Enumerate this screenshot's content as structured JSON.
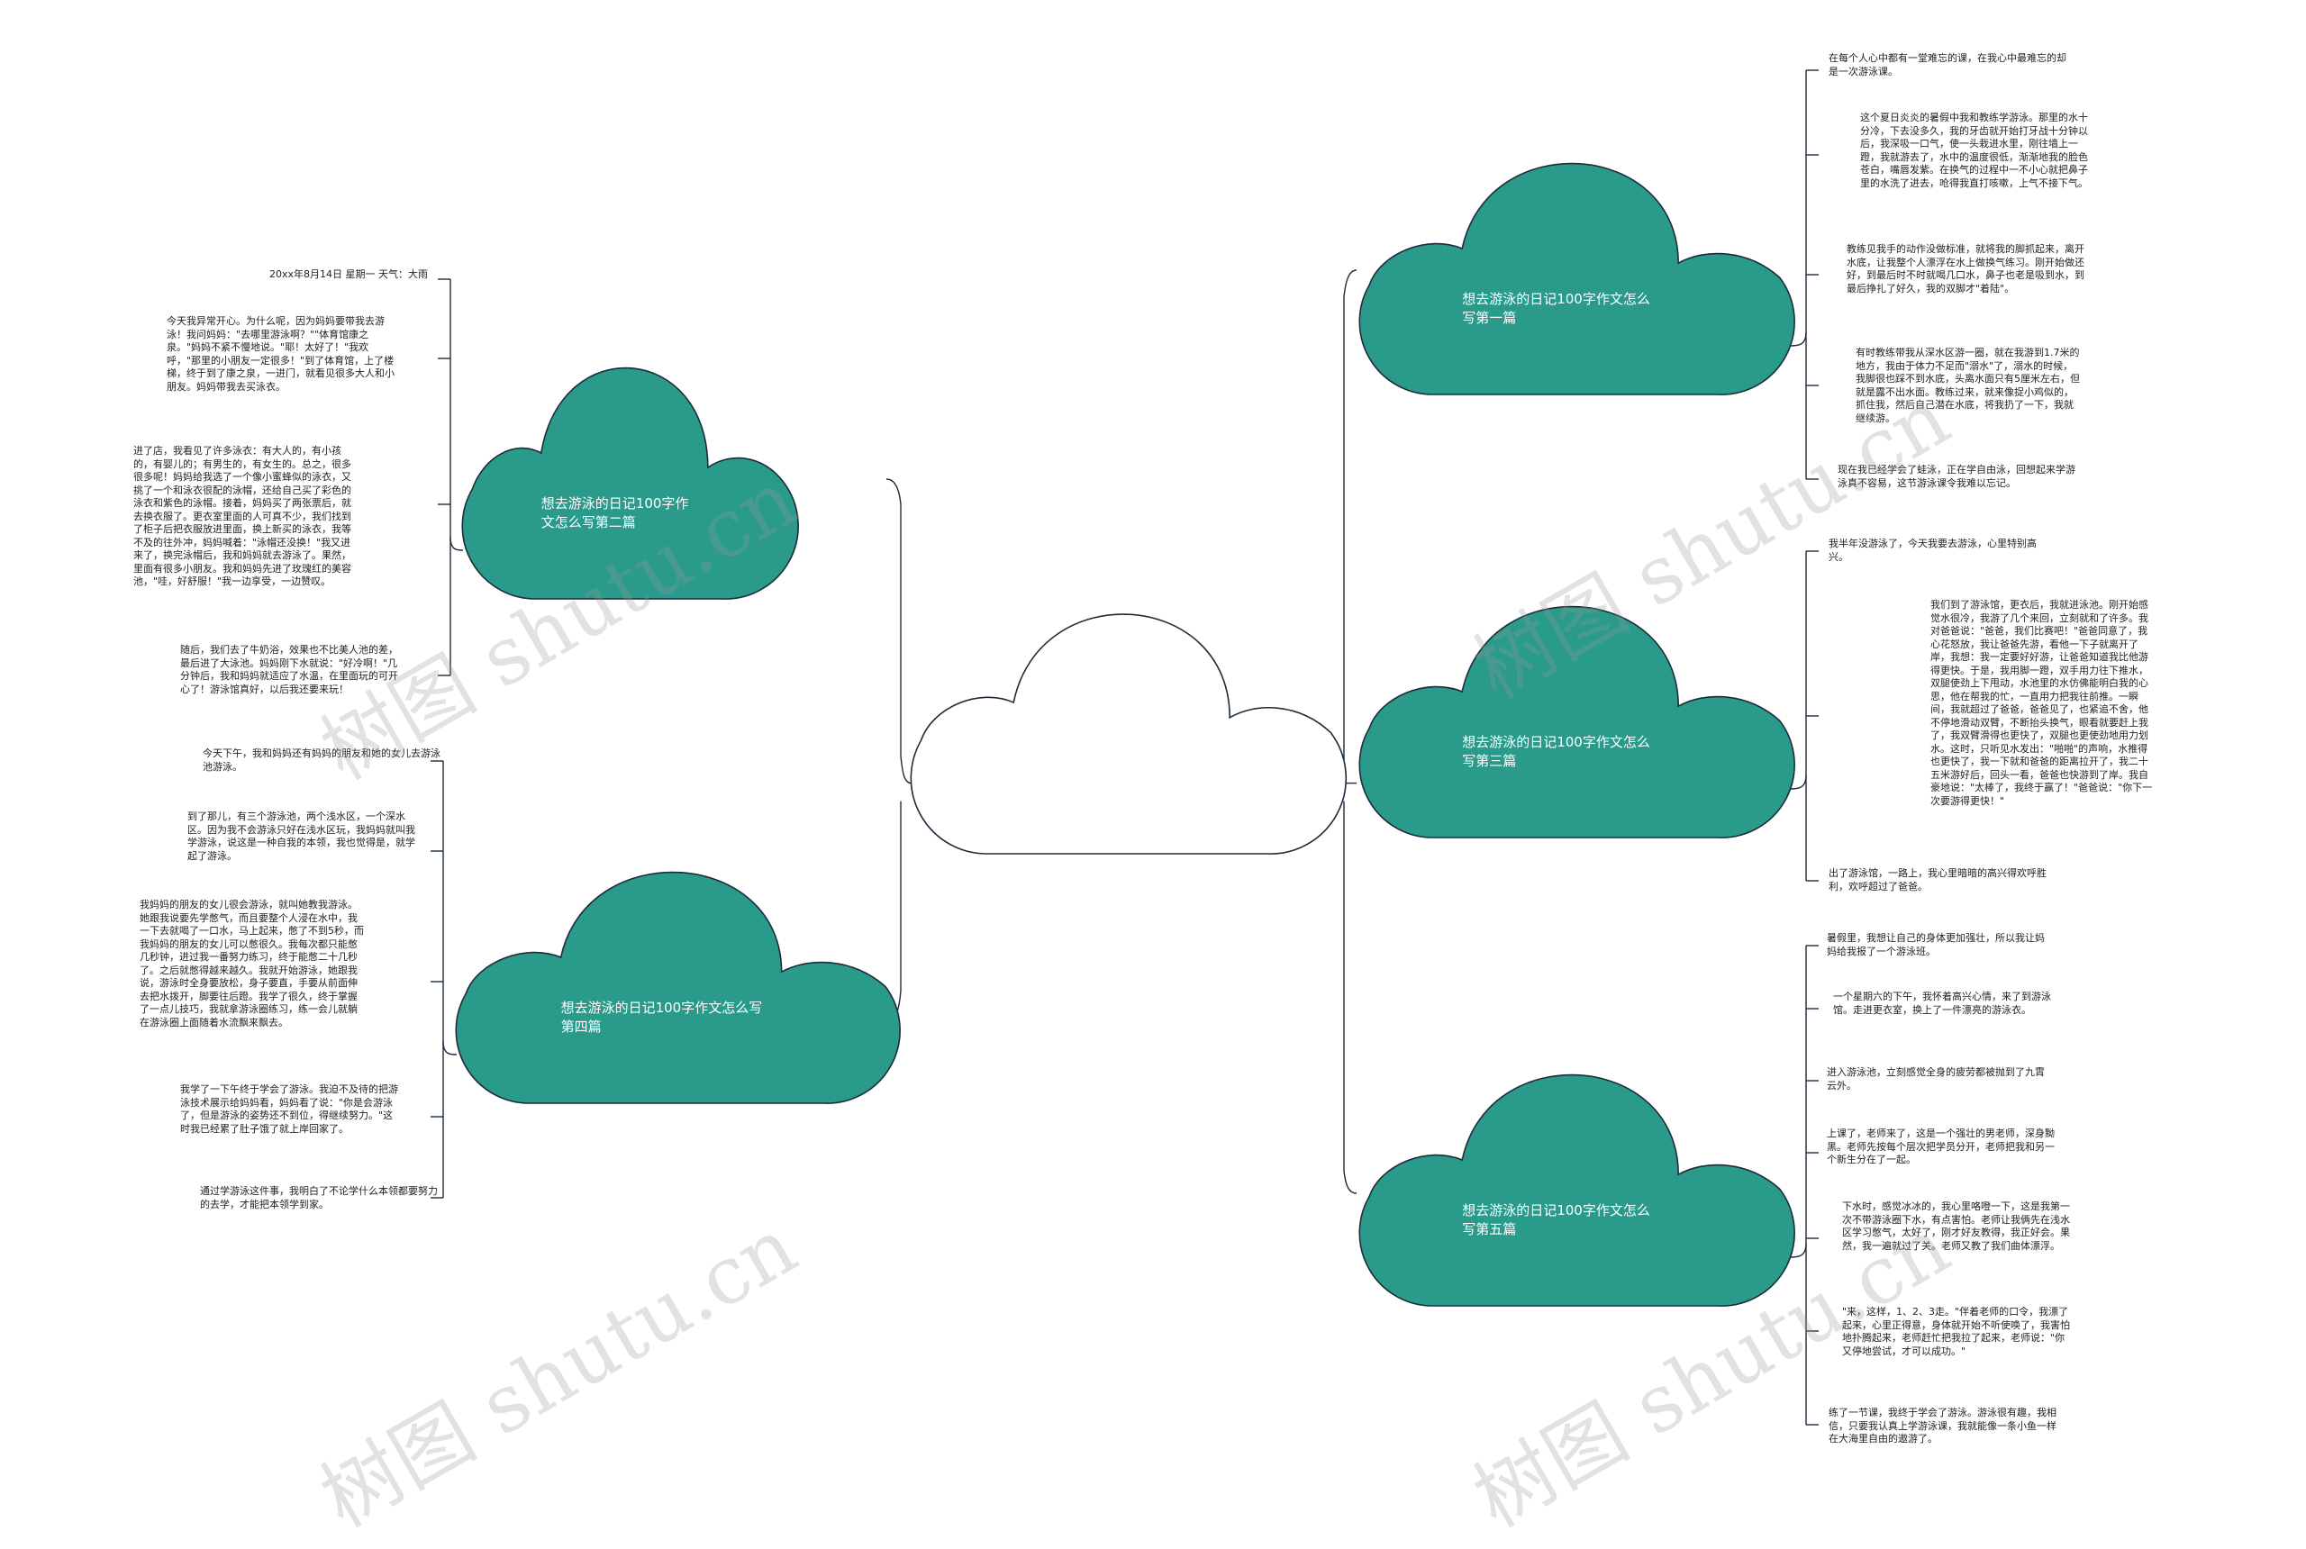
{
  "colors": {
    "node_fill": "#2a9b8b",
    "node_stroke": "#1d2b3a",
    "line": "#1d2b3a",
    "center_fill": "#ffffff"
  },
  "watermark": "树图 shutu.cn",
  "center": {
    "label": ""
  },
  "branches": [
    {
      "label": "想去游泳的日记100字作文怎么写第一篇",
      "leaves": [
        "在每个人心中都有一堂难忘的课，在我心中最难忘的却是一次游泳课。",
        "这个夏日炎炎的暑假中我和教练学游泳。那里的水十分冷，下去没多久，我的牙齿就开始打牙战十分钟以后，我深吸一口气，使一头栽进水里，刚往墙上一蹬，我就游去了，水中的温度很低，渐渐地我的脸色苍白，嘴唇发紫。在换气的过程中一不小心就把鼻子里的水洗了进去，呛得我直打咳嗽，上气不接下气。",
        "教练见我手的动作没做标准，就将我的脚抓起来，离开水底，让我整个人漂浮在水上做换气练习。刚开始做还好，到最后时不时就喝几口水，鼻子也老是吸到水，到最后挣扎了好久，我的双脚才\"着陆\"。",
        "有时教练带我从深水区游一圈，就在我游到1.7米的地方，我由于体力不足而\"溺水\"了，溺水的时候，我脚很也踩不到水底，头离水面只有5厘米左右，但就是露不出水面。教练过来，就来像捉小鸡似的，抓住我，然后自己潜在水底，将我扔了一下，我就继续游。",
        "现在我已经学会了蛙泳，正在学自由泳，回想起来学游泳真不容易，这节游泳课令我难以忘记。"
      ]
    },
    {
      "label": "想去游泳的日记100字作文怎么写第二篇",
      "leaves": [
        "20xx年8月14日 星期一 天气：大雨",
        "今天我异常开心。为什么呢，因为妈妈要带我去游泳！我问妈妈：\"去哪里游泳啊？\"\"体育馆康之泉。\"妈妈不紧不慢地说。\"耶！太好了！\"我欢呼，\"那里的小朋友一定很多！\"到了体育馆，上了楼梯，终于到了康之泉，一进门，就看见很多大人和小朋友。妈妈带我去买泳衣。",
        "进了店，我看见了许多泳衣：有大人的，有小孩的，有婴儿的；有男生的，有女生的。总之，很多很多呢！妈妈给我选了一个像小蜜蜂似的泳衣，又挑了一个和泳衣很配的泳帽，还给自己买了彩色的泳衣和紫色的泳帽。接着，妈妈买了两张票后，就去换衣服了。更衣室里面的人可真不少，我们找到了柜子后把衣服放进里面，换上新买的泳衣，我等不及的往外冲，妈妈喊着：\"泳帽还没换！\"我又进来了，换完泳帽后，我和妈妈就去游泳了。果然，里面有很多小朋友。我和妈妈先进了玫瑰红的美容池，\"哇，好舒服！\"我一边享受，一边赞叹。",
        "随后，我们去了牛奶浴，效果也不比美人池的差，最后进了大泳池。妈妈刚下水就说：\"好冷啊！\"几分钟后，我和妈妈就适应了水温，在里面玩的可开心了！游泳馆真好，以后我还要来玩！"
      ]
    },
    {
      "label": "想去游泳的日记100字作文怎么写第三篇",
      "leaves": [
        "我半年没游泳了，今天我要去游泳，心里特别高兴。",
        "我们到了游泳馆，更衣后，我就进泳池。刚开始感觉水很冷，我游了几个来回，立刻就和了许多。我对爸爸说：\"爸爸，我们比赛吧！\"爸爸同意了，我心花怒放，我让爸爸先游，看他一下子就离开了岸，我想：我一定要好好游，让爸爸知道我比他游得更快。于是，我用脚一蹬，双手用力往下推水，双腿使劲上下甩动，水池里的水仿佛能明白我的心思，他在帮我的忙，一直用力把我往前推。一瞬间，我就超过了爸爸，爸爸见了，也紧追不舍，他不停地滑动双臂，不断抬头换气，眼看就要赶上我了，我双臂滑得也更快了，双腿也更使劲地用力划水。这时，只听见水发出：\"啪啪\"的声响，水推得也更快了，我一下就和爸爸的距离拉开了，我二十五米游好后，回头一看，爸爸也快游到了岸。我自豪地说：\"太棒了，我终于赢了！\"爸爸说：\"你下一次要游得更快！\"",
        "出了游泳馆，一路上，我心里暗暗的高兴得欢呼胜利，欢呼超过了爸爸。"
      ]
    },
    {
      "label": "想去游泳的日记100字作文怎么写第四篇",
      "leaves": [
        "今天下午，我和妈妈还有妈妈的朋友和她的女儿去游泳池游泳。",
        "到了那儿，有三个游泳池，两个浅水区，一个深水区。因为我不会游泳只好在浅水区玩，我妈妈就叫我学游泳，说这是一种自我的本领，我也觉得是，就学起了游泳。",
        "我妈妈的朋友的女儿很会游泳，就叫她教我游泳。她跟我说要先学憋气，而且要整个人浸在水中，我一下去就喝了一口水，马上起来，憋了不到5秒，而我妈妈的朋友的女儿可以憋很久。我每次都只能憋几秒钟，进过我一番努力练习，终于能憋二十几秒了。之后就憋得越来越久。我就开始游泳，她跟我说，游泳时全身要放松，身子要直，手要从前面伸去把水拨开，脚要往后蹬。我学了很久，终于掌握了一点儿技巧，我就拿游泳圈练习，练一会儿就躺在游泳圈上面随着水流飘来飘去。",
        "我学了一下午终于学会了游泳。我迫不及待的把游泳技术展示给妈妈看，妈妈看了说：\"你是会游泳了，但是游泳的姿势还不到位，得继续努力。\"这时我已经累了肚子饿了就上岸回家了。",
        "通过学游泳这件事，我明白了不论学什么本领都要努力的去学，才能把本领学到家。"
      ]
    },
    {
      "label": "想去游泳的日记100字作文怎么写第五篇",
      "leaves": [
        "暑假里，我想让自己的身体更加强壮，所以我让妈妈给我报了一个游泳班。",
        "一个星期六的下午，我怀着高兴心情，来了到游泳馆。走进更衣室，换上了一件漂亮的游泳衣。",
        "进入游泳池，立刻感觉全身的疲劳都被抛到了九霄云外。",
        "上课了，老师来了，这是一个强壮的男老师，深身黝黑。老师先按每个层次把学员分开，老师把我和另一个新生分在了一起。",
        "下水时，感觉冰冰的，我心里咯噔一下，这是我第一次不带游泳圈下水，有点害怕。老师让我俩先在浅水区学习憋气，太好了，刚才好友教得，我正好会。果然，我一遍就过了关。老师又教了我们曲体漂浮。",
        "\"来，这样，1、2、3走。\"伴着老师的口令，我漂了起来，心里正得意，身体就开始不听使唤了，我害怕地扑腾起来，老师赶忙把我拉了起来，老师说：\"你又停地尝试，才可以成功。\"",
        "练了一节课，我终于学会了游泳。游泳很有趣，我相信，只要我认真上学游泳课，我就能像一条小鱼一样在大海里自由的遨游了。"
      ]
    }
  ]
}
